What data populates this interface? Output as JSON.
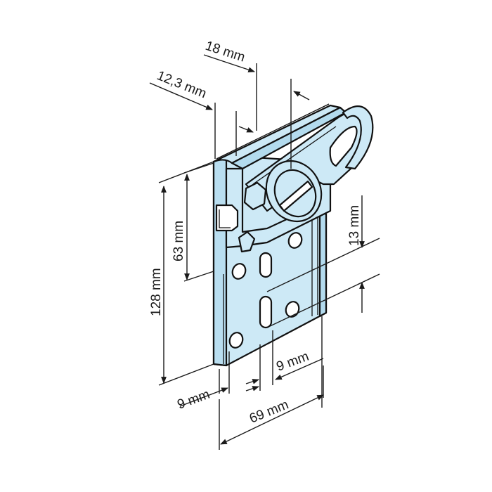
{
  "diagram": {
    "subject": "Wall mounting bracket with hook",
    "colors": {
      "metal_fill": "#cde9f6",
      "metal_shade": "#b3dbee",
      "line": "#111111",
      "background": "#ffffff"
    },
    "dimensions": {
      "top_width": "18 mm",
      "depth": "12,3 mm",
      "total_height": "128 mm",
      "upper_height": "63 mm",
      "slot_spacing": "13 mm",
      "left_hole_offset": "9 mm",
      "right_hole_offset": "9 mm",
      "total_width": "69 mm"
    }
  }
}
